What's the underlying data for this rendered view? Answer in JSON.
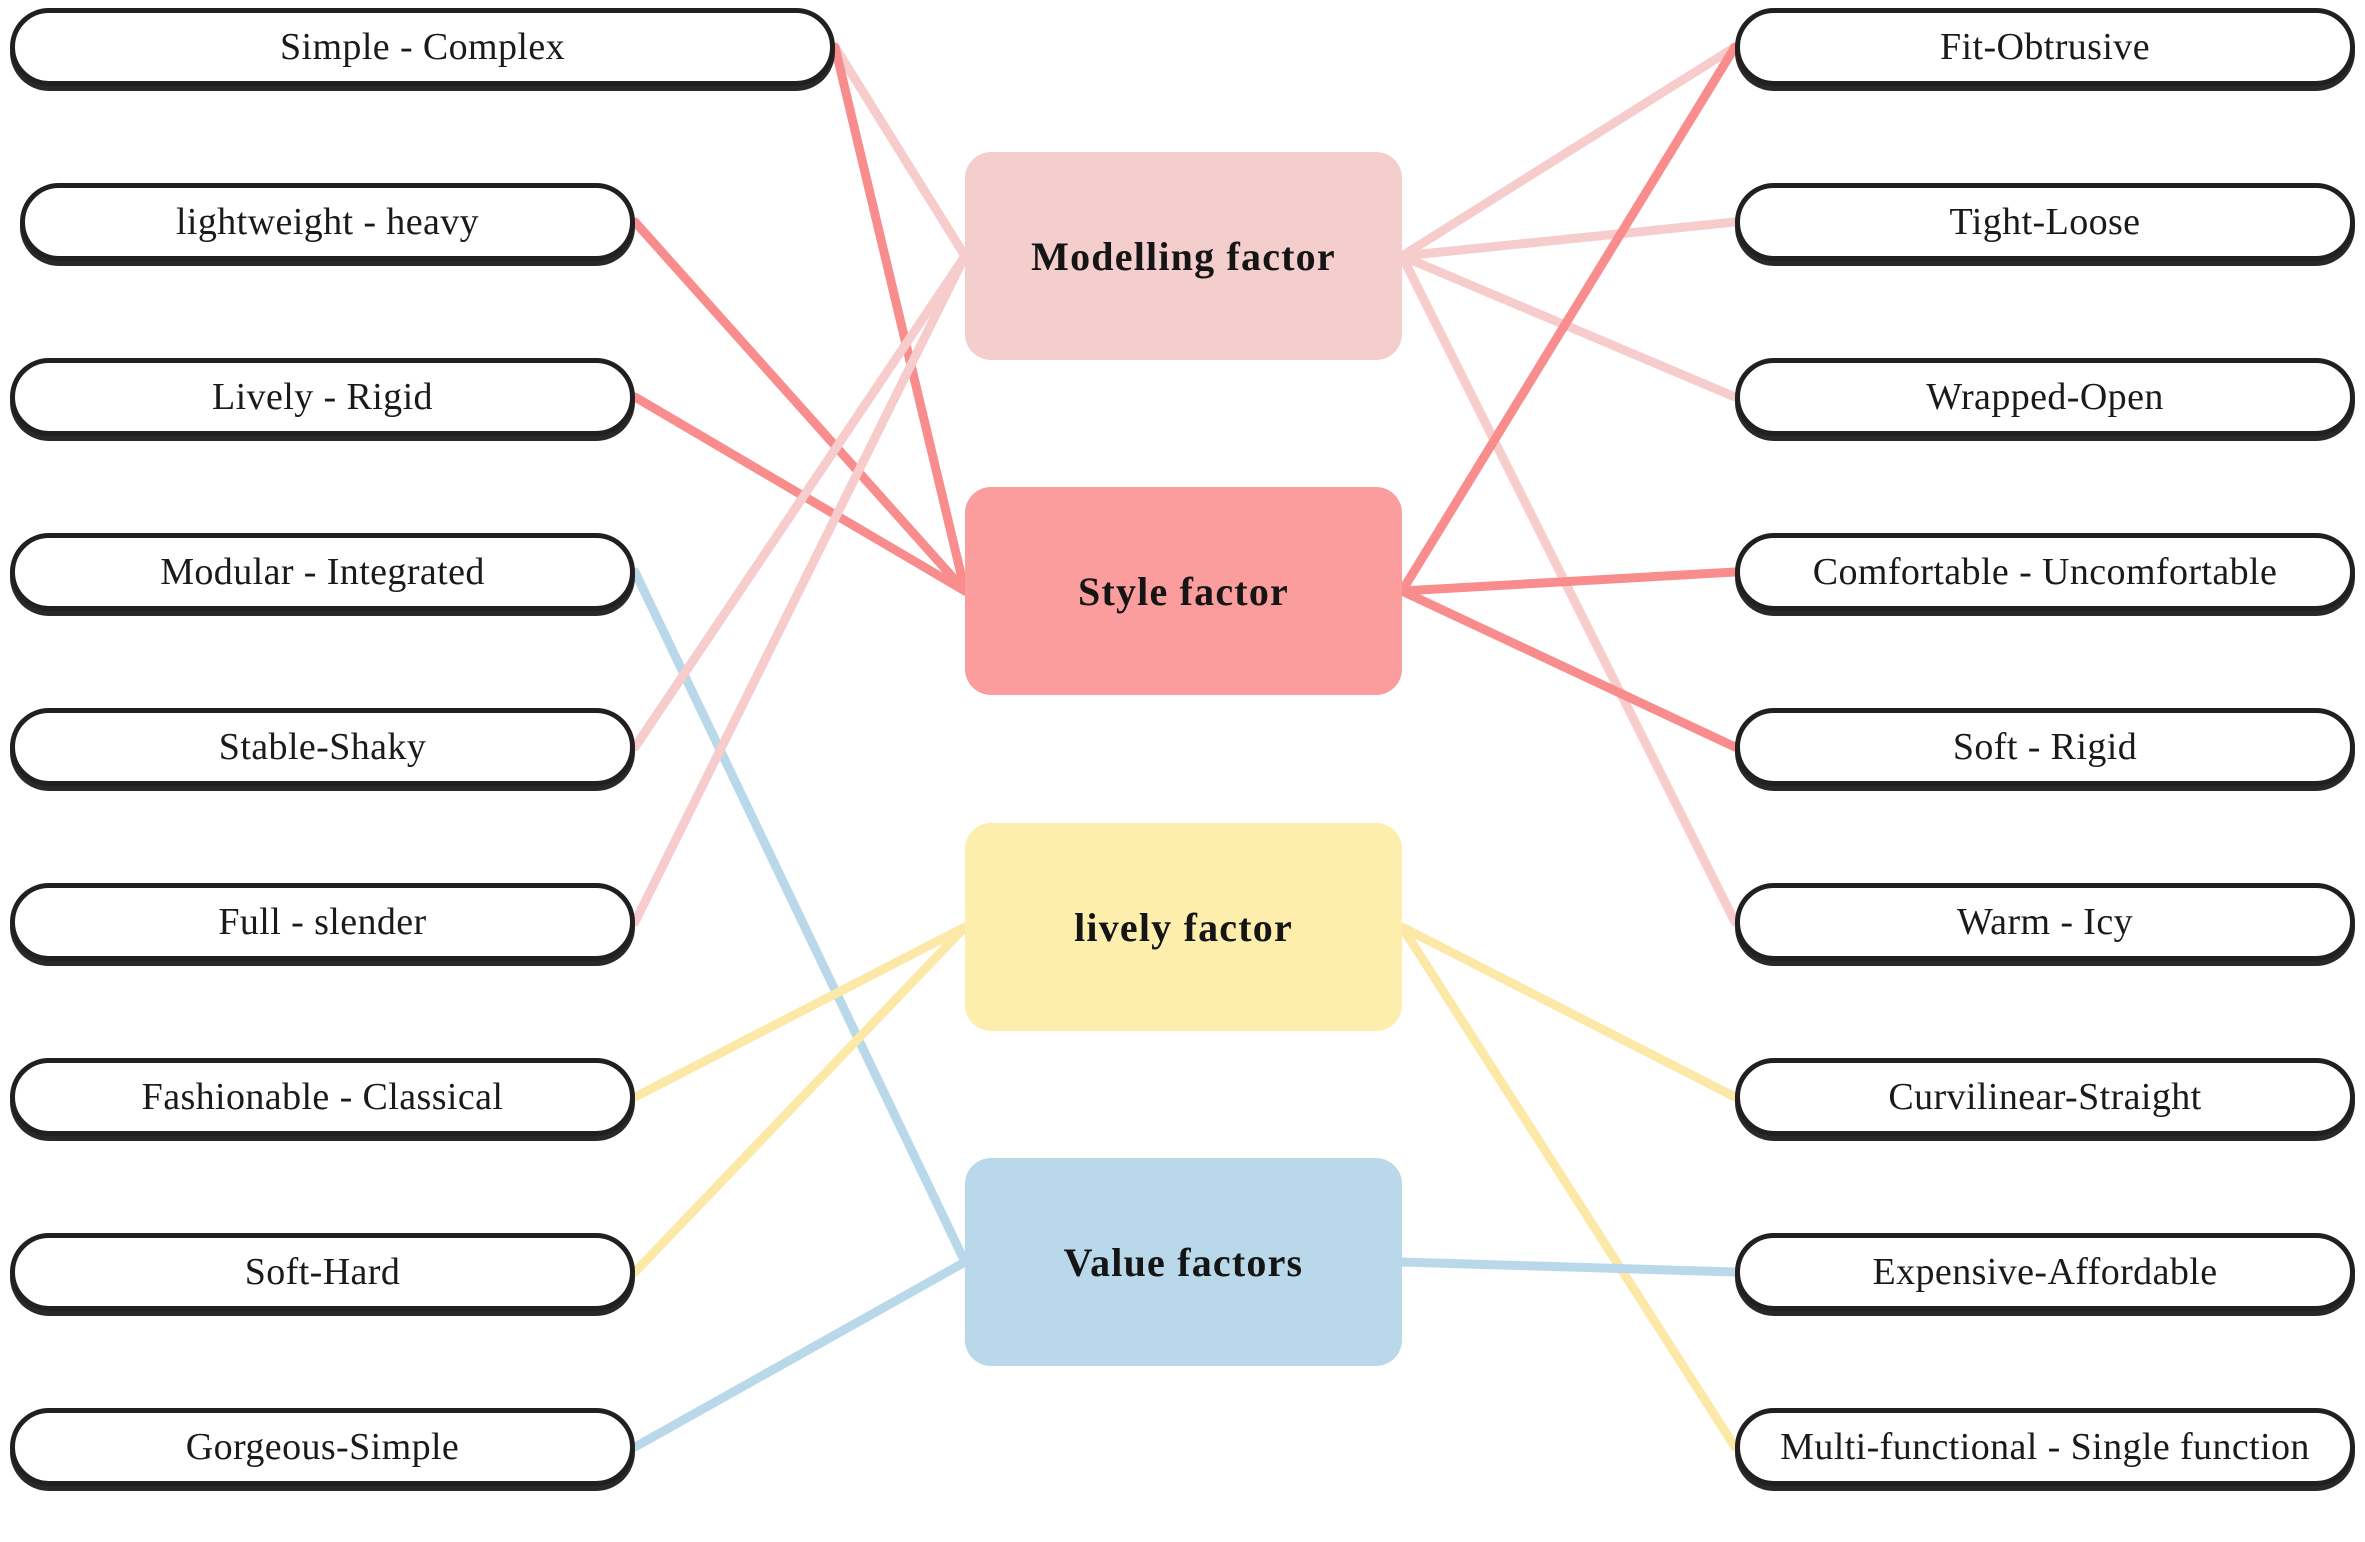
{
  "diagram": {
    "title": "Design factor mapping diagram",
    "palette": {
      "modelling": "#f4cdcd",
      "style": "#fc9d9d",
      "lively": "#fdeeae",
      "value": "#b9d9ea",
      "box_border": "#211f1f",
      "box_fill": "#ffffff",
      "background": "#ffffff"
    },
    "left_items": [
      {
        "label": "Simple - Complex"
      },
      {
        "label": "lightweight - heavy"
      },
      {
        "label": "Lively - Rigid"
      },
      {
        "label": "Modular - Integrated"
      },
      {
        "label": "Stable-Shaky"
      },
      {
        "label": "Full - slender"
      },
      {
        "label": "Fashionable - Classical"
      },
      {
        "label": "Soft-Hard"
      },
      {
        "label": "Gorgeous-Simple"
      }
    ],
    "center_items": [
      {
        "label": "Modelling factor",
        "color": "#f4cdcd"
      },
      {
        "label": "Style factor",
        "color": "#fc9d9d"
      },
      {
        "label": "lively factor",
        "color": "#fdeeae"
      },
      {
        "label": "Value factors",
        "color": "#b9d9ea"
      }
    ],
    "right_items": [
      {
        "label": "Fit-Obtrusive"
      },
      {
        "label": "Tight-Loose"
      },
      {
        "label": "Wrapped-Open"
      },
      {
        "label": "Comfortable - Uncomfortable"
      },
      {
        "label": "Soft - Rigid"
      },
      {
        "label": "Warm - Icy"
      },
      {
        "label": "Curvilinear-Straight"
      },
      {
        "label": "Expensive-Affordable"
      },
      {
        "label": "Multi-functional - Single function"
      }
    ],
    "links": [
      {
        "from": "left.0",
        "to": "center.0",
        "color": "#f6cccc"
      },
      {
        "from": "left.0",
        "to": "center.1",
        "color": "#f98d8d"
      },
      {
        "from": "left.1",
        "to": "center.1",
        "color": "#f98d8d"
      },
      {
        "from": "left.2",
        "to": "center.1",
        "color": "#f98d8d"
      },
      {
        "from": "left.3",
        "to": "center.3",
        "color": "#b9d9ea"
      },
      {
        "from": "left.4",
        "to": "center.0",
        "color": "#f6cccc"
      },
      {
        "from": "left.5",
        "to": "center.0",
        "color": "#f6cccc"
      },
      {
        "from": "left.6",
        "to": "center.2",
        "color": "#fce9a8"
      },
      {
        "from": "left.7",
        "to": "center.2",
        "color": "#fce9a8"
      },
      {
        "from": "left.8",
        "to": "center.3",
        "color": "#b9d9ea"
      },
      {
        "from": "center.0",
        "to": "right.0",
        "color": "#f6cccc"
      },
      {
        "from": "center.0",
        "to": "right.1",
        "color": "#f6cccc"
      },
      {
        "from": "center.0",
        "to": "right.2",
        "color": "#f6cccc"
      },
      {
        "from": "center.0",
        "to": "right.5",
        "color": "#f6cccc"
      },
      {
        "from": "center.1",
        "to": "right.0",
        "color": "#f98d8d"
      },
      {
        "from": "center.1",
        "to": "right.3",
        "color": "#f98d8d"
      },
      {
        "from": "center.1",
        "to": "right.4",
        "color": "#f98d8d"
      },
      {
        "from": "center.2",
        "to": "right.6",
        "color": "#fce9a8"
      },
      {
        "from": "center.2",
        "to": "right.8",
        "color": "#fce9a8"
      },
      {
        "from": "center.3",
        "to": "right.7",
        "color": "#b9d9ea"
      }
    ]
  }
}
